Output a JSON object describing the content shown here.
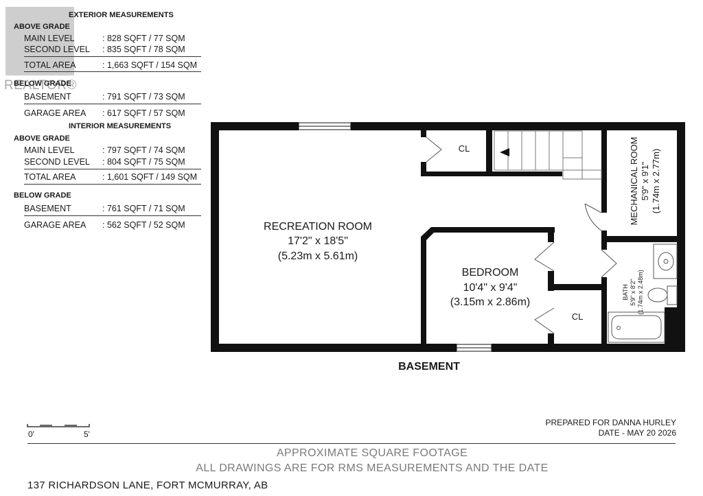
{
  "watermark": {
    "text": "REALTOR®"
  },
  "exterior": {
    "title": "EXTERIOR MEASUREMENTS",
    "above_title": "ABOVE GRADE",
    "main": {
      "label": "MAIN LEVEL",
      "value": ": 828 SQFT / 77 SQM"
    },
    "second": {
      "label": "SECOND LEVEL",
      "value": ": 835 SQFT / 78 SQM"
    },
    "total": {
      "label": "TOTAL AREA",
      "value": ": 1,663 SQFT / 154 SQM"
    },
    "below_title": "BELOW GRADE",
    "basement": {
      "label": "BASEMENT",
      "value": ": 791 SQFT / 73 SQM"
    },
    "garage": {
      "label": "GARAGE AREA",
      "value": ": 617 SQFT / 57 SQM"
    }
  },
  "interior": {
    "title": "INTERIOR MEASUREMENTS",
    "above_title": "ABOVE GRADE",
    "main": {
      "label": "MAIN LEVEL",
      "value": ": 797 SQFT / 74 SQM"
    },
    "second": {
      "label": "SECOND LEVEL",
      "value": ": 804 SQFT / 75 SQM"
    },
    "total": {
      "label": "TOTAL AREA",
      "value": ": 1,601 SQFT / 149 SQM"
    },
    "below_title": "BELOW GRADE",
    "basement": {
      "label": "BASEMENT",
      "value": ": 761 SQFT / 71 SQM"
    },
    "garage": {
      "label": "GARAGE AREA",
      "value": ": 562 SQFT / 52 SQM"
    }
  },
  "rooms": {
    "recreation": {
      "name": "RECREATION ROOM",
      "imperial": "17'2\" x 18'5\"",
      "metric": "(5.23m x 5.61m)"
    },
    "bedroom": {
      "name": "BEDROOM",
      "imperial": "10'4\" x 9'4\"",
      "metric": "(3.15m x 2.86m)"
    },
    "closet_top": "CL",
    "closet_bedroom": "CL",
    "mechanical": {
      "name": "MECHANICAL ROOM",
      "imperial": "5'9\" x 9'1\"",
      "metric": "(1.74m x 2.77m)"
    },
    "bath": {
      "name": "BATH",
      "imperial": "5'9\" x 8'2\"",
      "metric": "(1.74m x 2.48m)"
    }
  },
  "level_title": "BASEMENT",
  "scale": {
    "start": "0'",
    "end": "5'"
  },
  "prepared": {
    "for": "PREPARED FOR DANNA HURLEY",
    "date": "DATE - MAY 20 2026"
  },
  "footer": {
    "line1": "APPROXIMATE SQUARE FOOTAGE",
    "line2": "ALL DRAWINGS ARE FOR RMS MEASUREMENTS AND THE DATE",
    "address": "137 RICHARDSON LANE, FORT MCMURRAY, AB"
  }
}
